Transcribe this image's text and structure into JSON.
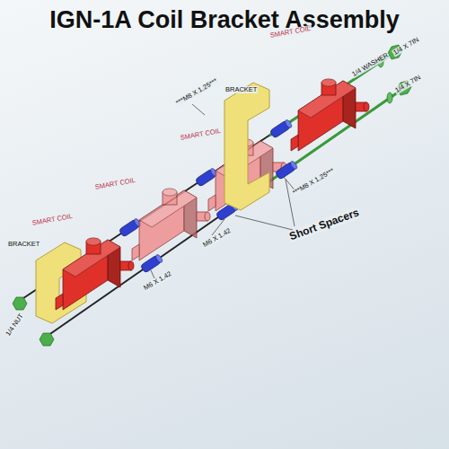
{
  "diagram": {
    "title": "IGN-1A Coil Bracket Assembly",
    "labels": [
      "SMART COIL",
      "BRACKET",
      "1/4 X 7IN",
      "1/4 WASHER",
      "1/4 X 7IN",
      "***M8 X 1.25***",
      "SMART COIL",
      "SMART COIL",
      "***M8 X 1.25***",
      "Short Spacers",
      "M6 X 1.42",
      "M6 X 1.42",
      "SMART COIL",
      "BRACKET",
      "1/4 NUT"
    ]
  }
}
